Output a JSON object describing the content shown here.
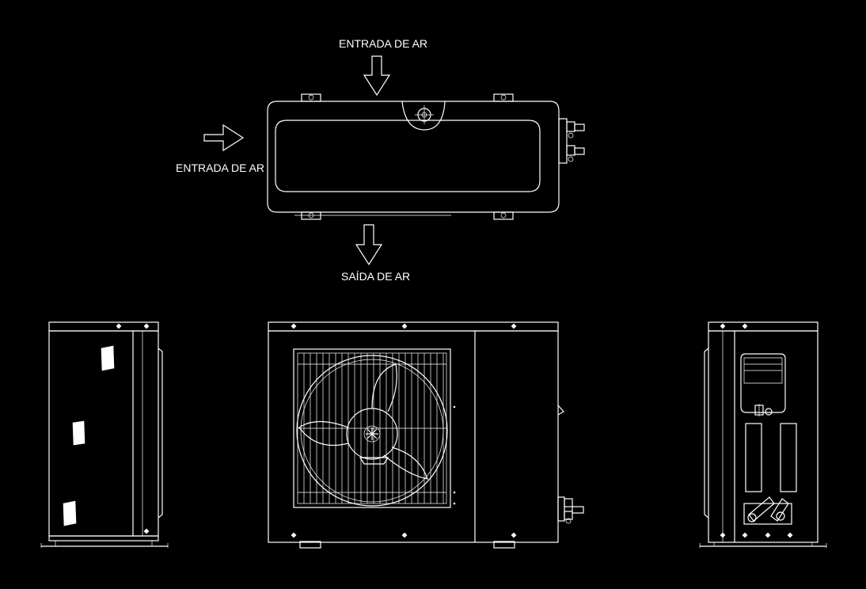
{
  "labels": {
    "top_inlet": "ENTRADA DE AR",
    "side_inlet": "ENTRADA DE AR",
    "outlet": "SAÍDA DE AR"
  },
  "colors": {
    "background": "#000000",
    "lines": "#ffffff"
  }
}
